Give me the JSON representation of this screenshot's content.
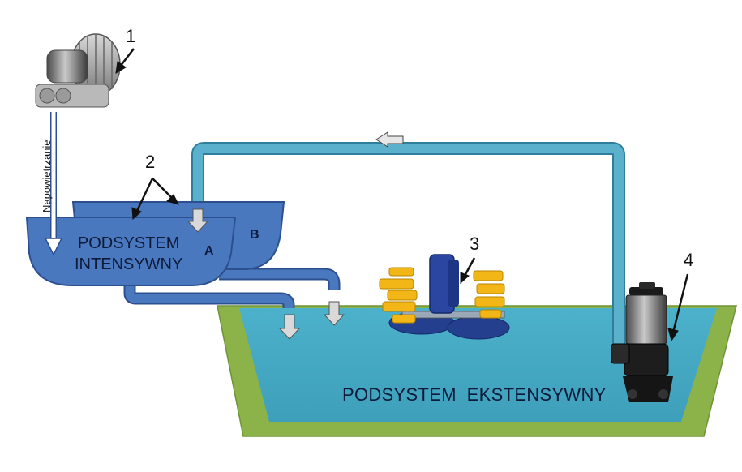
{
  "labels": {
    "n1": "1",
    "n2": "2",
    "n3": "3",
    "n4": "4",
    "tank_a": "A",
    "tank_b": "B",
    "intensive_line1": "PODSYSTEM",
    "intensive_line2": "INTENSYWNY",
    "extensive": "PODSYSTEM  EKSTENSYWNY",
    "aeration": "Napowietrzanie"
  },
  "colors": {
    "pond_water": "#45a9c4",
    "pond_rim": "#8cb34a",
    "pipe": "#5bb1cc",
    "pipe_edge": "#2f7f9c",
    "tank_fill": "#4a78be",
    "tank_edge": "#2c4f8f",
    "flow_arrow": "#d9d9d9"
  },
  "icons": {
    "blower": "air-blower-icon",
    "paddlewheel": "paddlewheel-aerator-icon",
    "pump": "submersible-pump-icon"
  }
}
